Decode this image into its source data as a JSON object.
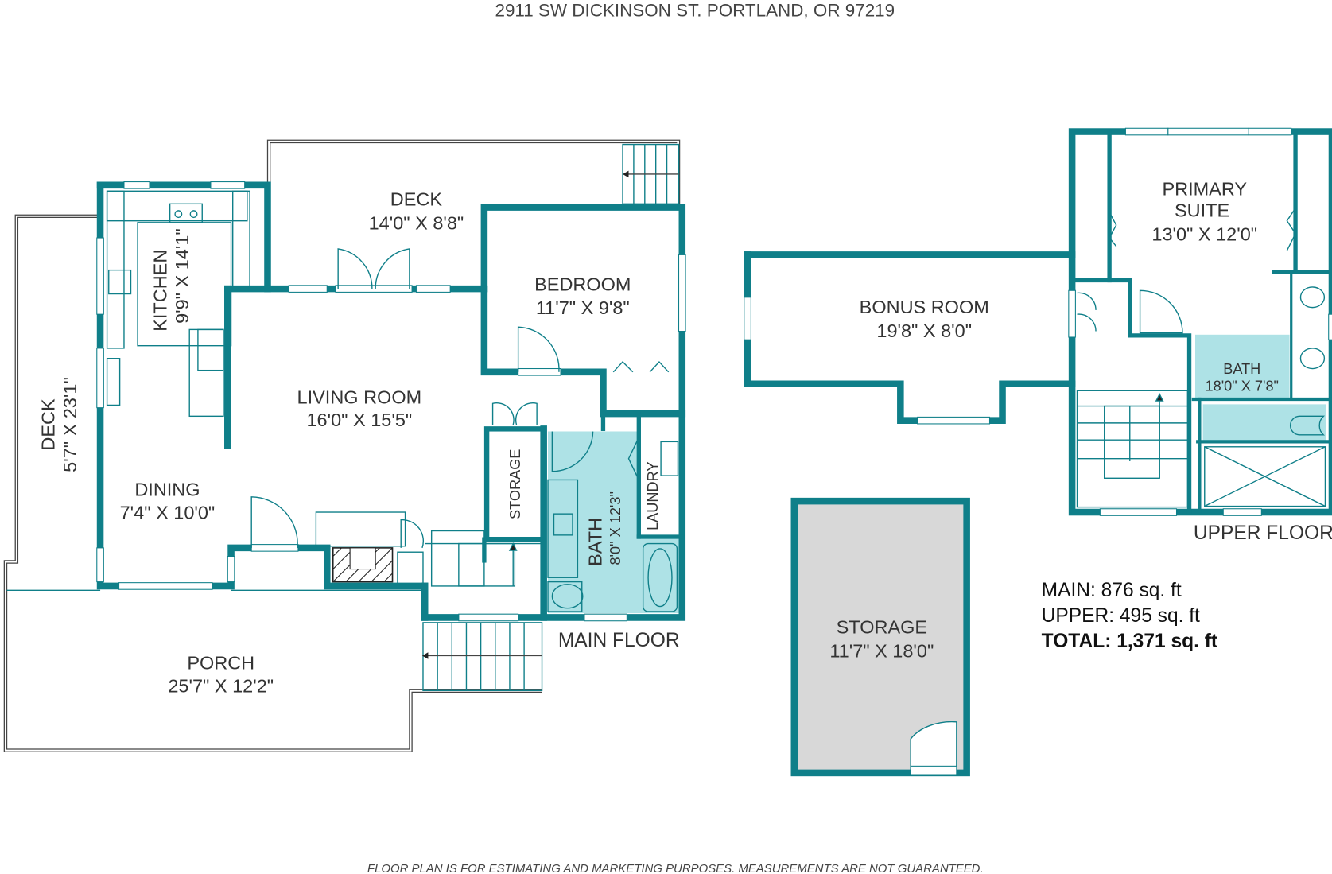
{
  "header": {
    "address": "2911 SW DICKINSON ST. PORTLAND, OR 97219"
  },
  "colors": {
    "wall": "#0f7f89",
    "bath_fill": "#aee2e6",
    "storage_fill": "#d8d8d8"
  },
  "main_floor": {
    "label": "MAIN FLOOR",
    "rooms": [
      {
        "name": "DECK",
        "dims": "14'0\" X 8'8\""
      },
      {
        "name": "BEDROOM",
        "dims": "11'7\" X 9'8\""
      },
      {
        "name": "KITCHEN",
        "dims": "9'9\" X 14'1\""
      },
      {
        "name": "LIVING ROOM",
        "dims": "16'0\" X 15'5\""
      },
      {
        "name": "DINING",
        "dims": "7'4\" X 10'0\""
      },
      {
        "name": "DECK",
        "dims": "5'7\" X 23'1\""
      },
      {
        "name": "STORAGE"
      },
      {
        "name": "BATH",
        "dims": "8'0\" X 12'3\""
      },
      {
        "name": "LAUNDRY"
      },
      {
        "name": "PORCH",
        "dims": "25'7\" X 12'2\""
      }
    ]
  },
  "upper_floor": {
    "label": "UPPER FLOOR",
    "rooms": [
      {
        "name": "BONUS ROOM",
        "dims": "19'8\" X 8'0\""
      },
      {
        "name": "PRIMARY",
        "name2": "SUITE",
        "dims": "13'0\" X 12'0\""
      },
      {
        "name": "BATH",
        "dims": "18'0\" X 7'8\""
      }
    ]
  },
  "outbuilding": {
    "name": "STORAGE",
    "dims": "11'7\" X 18'0\""
  },
  "areas": {
    "main": "MAIN: 876 sq. ft",
    "upper": "UPPER: 495 sq. ft",
    "total": "TOTAL: 1,371 sq. ft"
  },
  "footer": {
    "disclaimer": "FLOOR PLAN IS FOR ESTIMATING AND MARKETING PURPOSES. MEASUREMENTS ARE NOT GUARANTEED."
  }
}
